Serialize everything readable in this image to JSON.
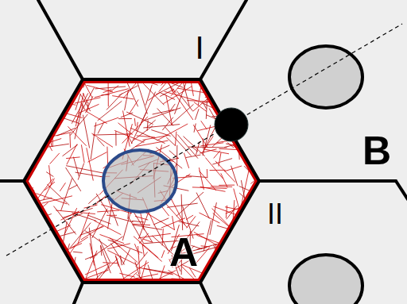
{
  "diagram": {
    "labels": [
      "I",
      "II",
      "B",
      "A"
    ]
  }
}
